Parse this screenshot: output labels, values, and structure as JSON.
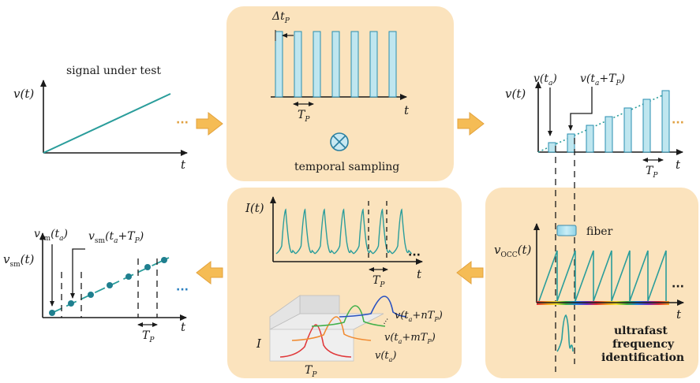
{
  "panels": {
    "signal": {
      "title": "signal under test",
      "y_label": "v(t)",
      "x_label": "t",
      "ellipsis": "···"
    },
    "sampling": {
      "pulse_width_label": "Δt",
      "pulse_width_sub": "P",
      "period_label": "T",
      "period_sub": "P",
      "x_label": "t",
      "operator_symbol": "⊗",
      "caption": "temporal sampling"
    },
    "sampled": {
      "y_label": "v(t)",
      "marker1_main": "v(t",
      "marker1_sub": "a",
      "marker1_end": ")",
      "marker2_main": "v(t",
      "marker2_sub": "a",
      "marker2_mid": "+T",
      "marker2_sub2": "P",
      "marker2_end": ")",
      "period_label": "T",
      "period_sub": "P",
      "x_label": "t",
      "ellipsis": "···"
    },
    "frequency": {
      "fiber_label": "fiber",
      "y_label_main": "v",
      "y_label_sub": "OCC",
      "y_label_end": "(t)",
      "x_label": "t",
      "ellipsis": "···",
      "caption_lines": [
        "ultrafast",
        "frequency",
        "identification"
      ]
    },
    "intensity": {
      "y_label": "I(t)",
      "x_label": "t",
      "period_label": "T",
      "period_sub": "P",
      "ellipsis": "···",
      "stack_axis_label": "I",
      "stack_period_label": "T",
      "stack_period_sub": "P",
      "stack_label_n": "v(t",
      "stack_label_n_sub": "a",
      "stack_label_n_mid": "+nT",
      "stack_label_n_sub2": "P",
      "stack_label_n_end": ")",
      "stack_label_m": "v(t",
      "stack_label_m_sub": "a",
      "stack_label_m_mid": "+mT",
      "stack_label_m_sub2": "P",
      "stack_label_m_end": ")",
      "stack_label_a": "v(t",
      "stack_label_a_sub": "a",
      "stack_label_a_end": ")"
    },
    "reconstructed": {
      "y_label_main": "v",
      "y_label_sub": "sm",
      "y_label_end": "(t)",
      "marker1_main": "v",
      "marker1_sub": "sm",
      "marker1_mid": "(t",
      "marker1_sub2": "a",
      "marker1_end": ")",
      "marker2_main": "v",
      "marker2_sub": "sm",
      "marker2_mid": "(t",
      "marker2_sub2": "a",
      "marker2_mid2": "+T",
      "marker2_sub3": "P",
      "marker2_end": ")",
      "period_label": "T",
      "period_sub": "P",
      "x_label": "t",
      "ellipsis": "···"
    }
  },
  "colors": {
    "panel_fill": "#fbe3bd",
    "arrow_fill": "#f5bc55",
    "teal": "#2a9d9b",
    "bar_fill": "#bfe6ef",
    "axis": "#1a1a1a"
  }
}
